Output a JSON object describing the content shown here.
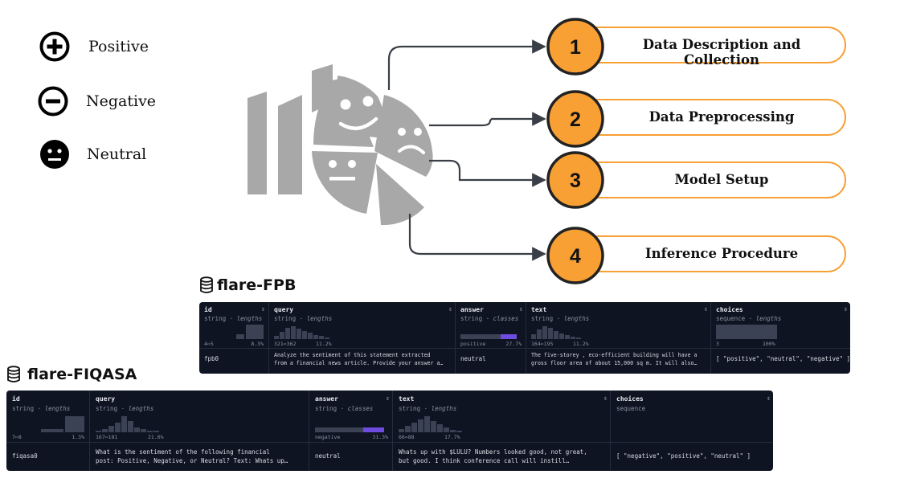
{
  "legend": [
    {
      "label": "Positive",
      "icon": "plus-circle-icon"
    },
    {
      "label": "Negative",
      "icon": "minus-circle-icon"
    },
    {
      "label": "Neutral",
      "icon": "neutral-face-icon"
    }
  ],
  "steps": [
    {
      "number": "1",
      "label": "Data Description and Collection"
    },
    {
      "number": "2",
      "label": "Data Preprocessing"
    },
    {
      "number": "3",
      "label": "Model Setup"
    },
    {
      "number": "4",
      "label": "Inference Procedure"
    }
  ],
  "colors": {
    "accent": "#f7a035",
    "accent_border": "#f08a1f",
    "icon_grey": "#a8a8a8",
    "panel_bg": "#0f1422",
    "class_bar": "#6f4ce0"
  },
  "datasets": {
    "fpb": {
      "title": "flare-FPB",
      "columns": [
        {
          "name": "id",
          "type": "string",
          "kind": "lengths",
          "range_left": "4⇔5",
          "range_right": "8.3%",
          "cell": "fpb0"
        },
        {
          "name": "query",
          "type": "string",
          "kind": "lengths",
          "range_left": "321⇔362",
          "range_right": "11.2%",
          "cell_line1": "Analyze the sentiment of this statement extracted",
          "cell_line2": "from a financial news article. Provide your answer a…"
        },
        {
          "name": "answer",
          "type": "string",
          "kind": "classes",
          "range_left": "positive",
          "range_right": "27.7%",
          "cell": "neutral"
        },
        {
          "name": "text",
          "type": "string",
          "kind": "lengths",
          "range_left": "164⇔195",
          "range_right": "11.2%",
          "cell_line1": "The five-storey , eco-efficient building will have a",
          "cell_line2": "gross floor area of about 15,000 sq m. It will also…"
        },
        {
          "name": "choices",
          "type": "sequence",
          "kind": "lengths",
          "range_left": "3",
          "range_right": "100%",
          "cell": "[ \"positive\", \"neutral\", \"negative\" ]"
        }
      ]
    },
    "fiqasa": {
      "title": "flare-FIQASA",
      "columns": [
        {
          "name": "id",
          "type": "string",
          "kind": "lengths",
          "range_left": "7⇔8",
          "range_right": "1.3%",
          "cell": "fiqasa0"
        },
        {
          "name": "query",
          "type": "string",
          "kind": "lengths",
          "range_left": "167⇔181",
          "range_right": "21.6%",
          "cell_line1": "What is the sentiment of the following financial",
          "cell_line2": "post: Positive, Negative, or Neutral? Text: Whats up…"
        },
        {
          "name": "answer",
          "type": "string",
          "kind": "classes",
          "range_left": "negative",
          "range_right": "31.3%",
          "cell": "neutral"
        },
        {
          "name": "text",
          "type": "string",
          "kind": "lengths",
          "range_left": "66⇔88",
          "range_right": "17.7%",
          "cell_line1": "Whats up with $LULU? Numbers looked good, not great,",
          "cell_line2": "but good. I think conference call will instill…"
        },
        {
          "name": "choices",
          "type": "sequence",
          "kind": "",
          "cell": "[ \"negative\", \"positive\", \"neutral\" ]"
        }
      ]
    }
  }
}
